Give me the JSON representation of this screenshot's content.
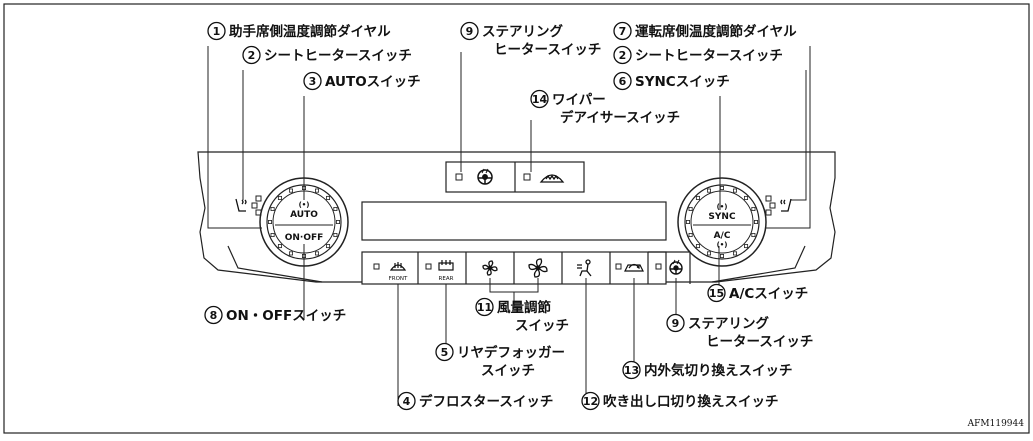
{
  "figure_code": "AFM119944",
  "knobs": {
    "left": {
      "top": "AUTO",
      "bottom": "ON·OFF"
    },
    "right": {
      "top": "SYNC",
      "bottom": "A/C"
    }
  },
  "buttons": {
    "front": "FRONT",
    "rear": "REAR"
  },
  "callouts": [
    {
      "num": "1",
      "text": "助手席側温度調節ダイヤル"
    },
    {
      "num": "2",
      "text": "シートヒータースイッチ"
    },
    {
      "num": "3",
      "text": "AUTOスイッチ"
    },
    {
      "num": "9",
      "line1": "ステアリング",
      "line2": "ヒータースイッチ"
    },
    {
      "num": "14",
      "line1": "ワイパー",
      "line2": "デアイサースイッチ"
    },
    {
      "num": "7",
      "text": "運転席側温度調節ダイヤル"
    },
    {
      "num": "2",
      "text": "シートヒータースイッチ"
    },
    {
      "num": "6",
      "text": "SYNCスイッチ"
    },
    {
      "num": "8",
      "text": "ON・OFFスイッチ"
    },
    {
      "num": "11",
      "line1": "風量調節",
      "line2": "スイッチ"
    },
    {
      "num": "5",
      "line1": "リヤデフォッガー",
      "line2": "スイッチ"
    },
    {
      "num": "4",
      "text": "デフロスタースイッチ"
    },
    {
      "num": "12",
      "text": "吹き出し口切り換えスイッチ"
    },
    {
      "num": "15",
      "text": "A/Cスイッチ"
    },
    {
      "num": "9",
      "line1": "ステアリング",
      "line2": "ヒータースイッチ"
    },
    {
      "num": "13",
      "text": "内外気切り換えスイッチ"
    }
  ]
}
